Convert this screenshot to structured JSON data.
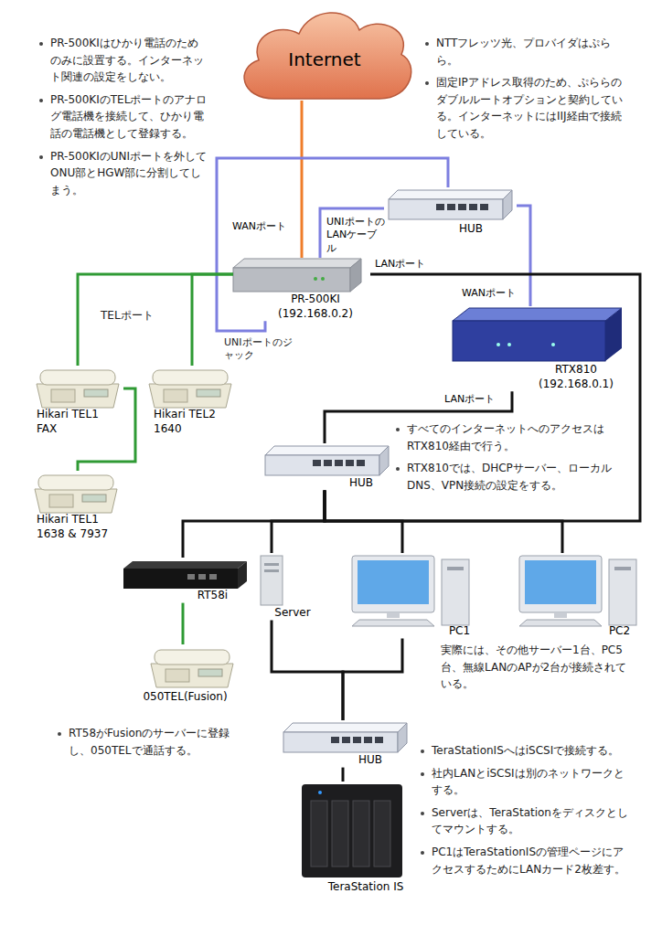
{
  "diagram": {
    "nodes": [
      {
        "text": [
          "Internet"
        ]
      },
      {
        "text": [
          "HUB"
        ]
      },
      {
        "text": [
          "PR-500KI (192.168.0.2)"
        ]
      },
      {
        "text": [
          "RTX810 (192.168.0.1)"
        ]
      },
      {
        "text": [
          "Hikari TEL1 FAX"
        ]
      },
      {
        "text": [
          "Hikari TEL2 1640"
        ]
      },
      {
        "text": [
          "Hikari TEL1 1638 & 7937"
        ]
      },
      {
        "text": [
          "HUB"
        ]
      },
      {
        "text": [
          "RT58i"
        ]
      },
      {
        "text": [
          "Server"
        ]
      },
      {
        "text": [
          "PC1"
        ]
      },
      {
        "text": [
          "PC2"
        ]
      },
      {
        "text": [
          "050TEL(Fusion)"
        ]
      },
      {
        "text": [
          "HUB"
        ]
      },
      {
        "text": [
          "TeraStation IS"
        ]
      }
    ],
    "edges": [
      {
        "from": 0,
        "to": 2,
        "label": "WANポート",
        "arrow": "none"
      },
      {
        "from": 2,
        "to": 1,
        "label": "UNIポートのLANケーブル",
        "arrow": "none"
      },
      {
        "from": 2,
        "to": 1,
        "arrow": "none"
      },
      {
        "from": 1,
        "to": 3,
        "label": "WANポート",
        "arrow": "none"
      },
      {
        "from": 2,
        "to": 7,
        "label": "LANポート",
        "arrow": "none"
      },
      {
        "from": 3,
        "to": 7,
        "label": "LANポート",
        "arrow": "none"
      },
      {
        "from": 2,
        "to": 4,
        "arrow": "none"
      },
      {
        "from": 2,
        "to": 5,
        "arrow": "none"
      },
      {
        "from": 4,
        "to": 6,
        "arrow": "none"
      },
      {
        "from": 7,
        "to": 8,
        "arrow": "none"
      },
      {
        "from": 7,
        "to": 9,
        "arrow": "none"
      },
      {
        "from": 7,
        "to": 10,
        "arrow": "none"
      },
      {
        "from": 7,
        "to": 11,
        "arrow": "none"
      },
      {
        "from": 8,
        "to": 12,
        "arrow": "none"
      },
      {
        "from": 9,
        "to": 13,
        "arrow": "none"
      },
      {
        "from": 10,
        "to": 13,
        "arrow": "none"
      },
      {
        "from": 13,
        "to": 14,
        "arrow": "none"
      }
    ],
    "labels": [
      "PR-500KIはひかり電話のためのみに設置する。インターネット関連の設定をしない。",
      "PR-500KIのTELポートのアナログ電話機を接続して、ひかり電話の電話機として登録する。",
      "PR-500KIのUNIポートを外してONU部とHGW部に分割してしまう。",
      "NTTフレッツ光、プロバイダはぷらら。",
      "固定IPアドレス取得のため、ぷららのダブルルートオプションと契約している。インターネットにはIIJ経由で接続している。",
      "TELポート",
      "UNIポートのジャック",
      "すべてのインターネットへのアクセスはRTX810経由で行う。",
      "RTX810では、DHCPサーバー、ローカルDNS、VPN接続の設定をする。",
      "実際には、その他サーバー1台、PC5台、無線LANのAPが2台が接続されている。",
      "RT58がFusionのサーバーに登録し、050TELで通話する。",
      "TeraStationISへはiSCSIで接続する。",
      "社内LANとiSCSIは別のネットワークとする。",
      "Serverは、TeraStationをディスクとしてマウントする。",
      "PC1はTeraStationISの管理ページにアクセスするためにLANカード2枚差す。"
    ]
  }
}
